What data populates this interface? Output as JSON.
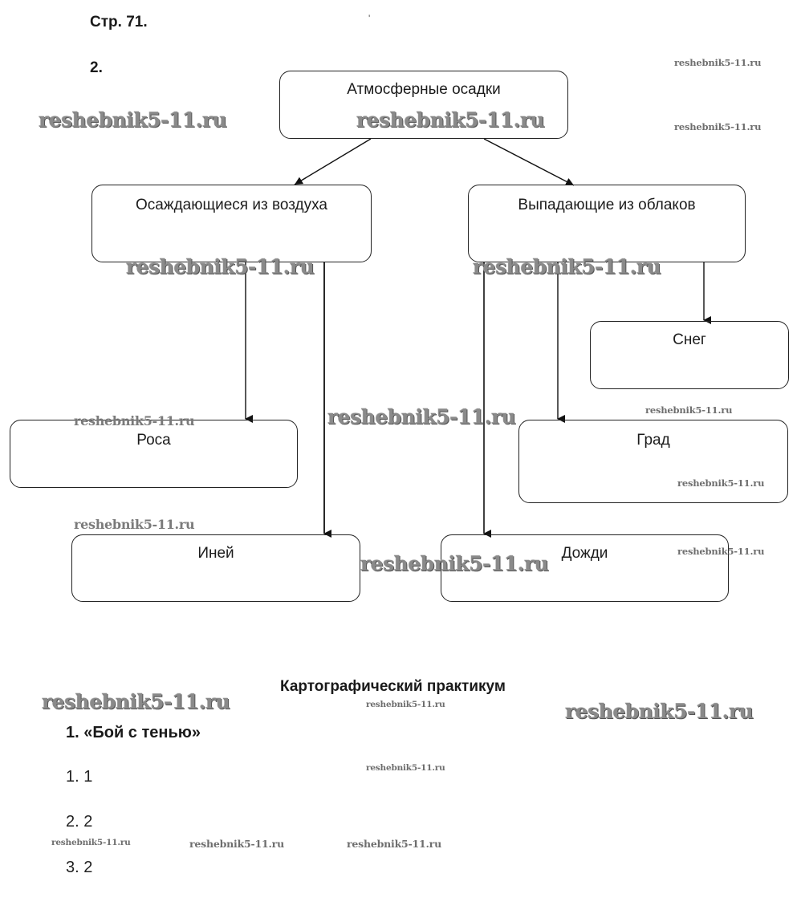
{
  "page": {
    "page_label": "Стр. 71.",
    "task_number": "2.",
    "tick_mark": "'"
  },
  "diagram": {
    "root": "Атмосферные осадки",
    "branches": [
      {
        "label": "Осаждающиеся из воздуха",
        "children": [
          "Роса",
          "Иней"
        ]
      },
      {
        "label": "Выпадающие из облаков",
        "children": [
          "Снег",
          "Град",
          "Дожди"
        ]
      }
    ]
  },
  "practicum": {
    "title": "Картографический практикум",
    "task_title": "1. «Бой с тенью»",
    "answers": [
      "1. 1",
      "2. 2",
      "3. 2"
    ]
  },
  "watermark": {
    "text": "reshebnik5-11.ru"
  }
}
